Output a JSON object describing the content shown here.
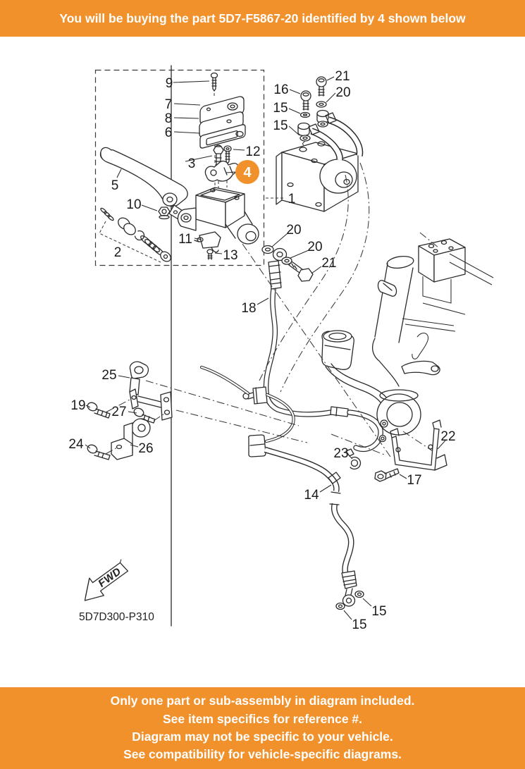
{
  "header": {
    "text": "You will be buying the part 5D7-F5867-20 identified by 4 shown below"
  },
  "footer": {
    "lines": [
      "Only one part or sub-assembly in diagram included.",
      "See item specifics for reference #.",
      "Diagram may not be specific to your vehicle.",
      "See compatibility for vehicle-specific diagrams."
    ]
  },
  "diagram": {
    "code": "5D7D300-P310",
    "fwd_label": "FWD",
    "highlighted_part": {
      "label": "4",
      "part_number": "5D7-F5867-20"
    },
    "callouts": [
      {
        "label": "9"
      },
      {
        "label": "7"
      },
      {
        "label": "8"
      },
      {
        "label": "6"
      },
      {
        "label": "12"
      },
      {
        "label": "3"
      },
      {
        "label": "5"
      },
      {
        "label": "10"
      },
      {
        "label": "1"
      },
      {
        "label": "11"
      },
      {
        "label": "2"
      },
      {
        "label": "13"
      },
      {
        "label": "16"
      },
      {
        "label": "21"
      },
      {
        "label": "20"
      },
      {
        "label": "15"
      },
      {
        "label": "15"
      },
      {
        "label": "20"
      },
      {
        "label": "20"
      },
      {
        "label": "21"
      },
      {
        "label": "18"
      },
      {
        "label": "25"
      },
      {
        "label": "19"
      },
      {
        "label": "27"
      },
      {
        "label": "24"
      },
      {
        "label": "26"
      },
      {
        "label": "22"
      },
      {
        "label": "23"
      },
      {
        "label": "17"
      },
      {
        "label": "14"
      },
      {
        "label": "15"
      },
      {
        "label": "15"
      }
    ]
  },
  "colors": {
    "accent_orange": "#F0912C",
    "line_dark": "#2A2A2A",
    "background": "#FFFFFF",
    "banner_text": "#FFFFFF"
  }
}
